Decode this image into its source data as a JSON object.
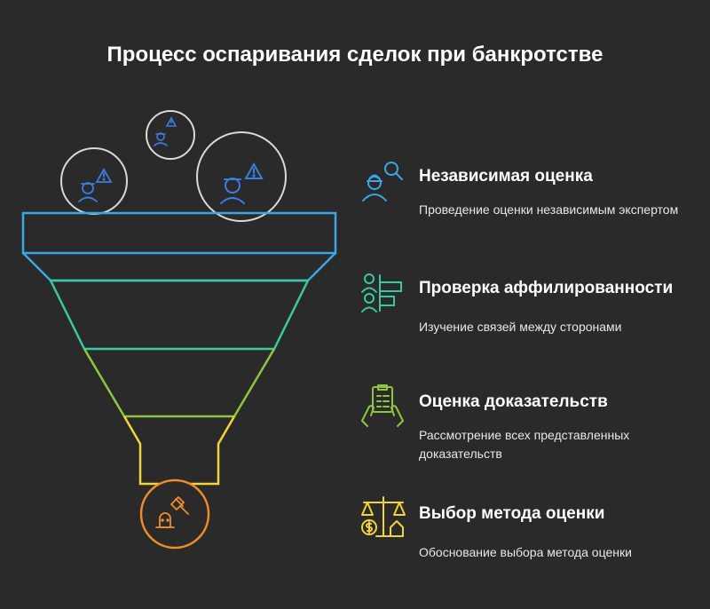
{
  "title": "Процесс оспаривания сделок при банкротстве",
  "colors": {
    "background": "#2a2a2a",
    "blue": "#3aa6e6",
    "teal": "#38c9a0",
    "green": "#8ec63f",
    "yellow": "#f0d43a",
    "orange": "#f08c2a",
    "circle_stroke": "#d9d9d9"
  },
  "steps": [
    {
      "heading": "Независимая оценка",
      "description": "Проведение оценки независимым экспертом",
      "icon": "appraiser-search-icon",
      "color": "#3aa6e6"
    },
    {
      "heading": "Проверка аффилированности",
      "description": "Изучение связей между сторонами",
      "icon": "people-connection-icon",
      "color": "#38c9a0"
    },
    {
      "heading": "Оценка доказательств",
      "description": "Рассмотрение всех представленных доказательств",
      "icon": "document-hands-icon",
      "color": "#8ec63f"
    },
    {
      "heading": "Выбор метода оценки",
      "description": "Обоснование выбора метода оценки",
      "icon": "scales-money-home-icon",
      "color": "#f0d43a"
    }
  ],
  "input_icons": [
    "person-warning-icon",
    "person-warning-icon",
    "person-warning-icon"
  ],
  "output_icon": "judge-gavel-icon"
}
